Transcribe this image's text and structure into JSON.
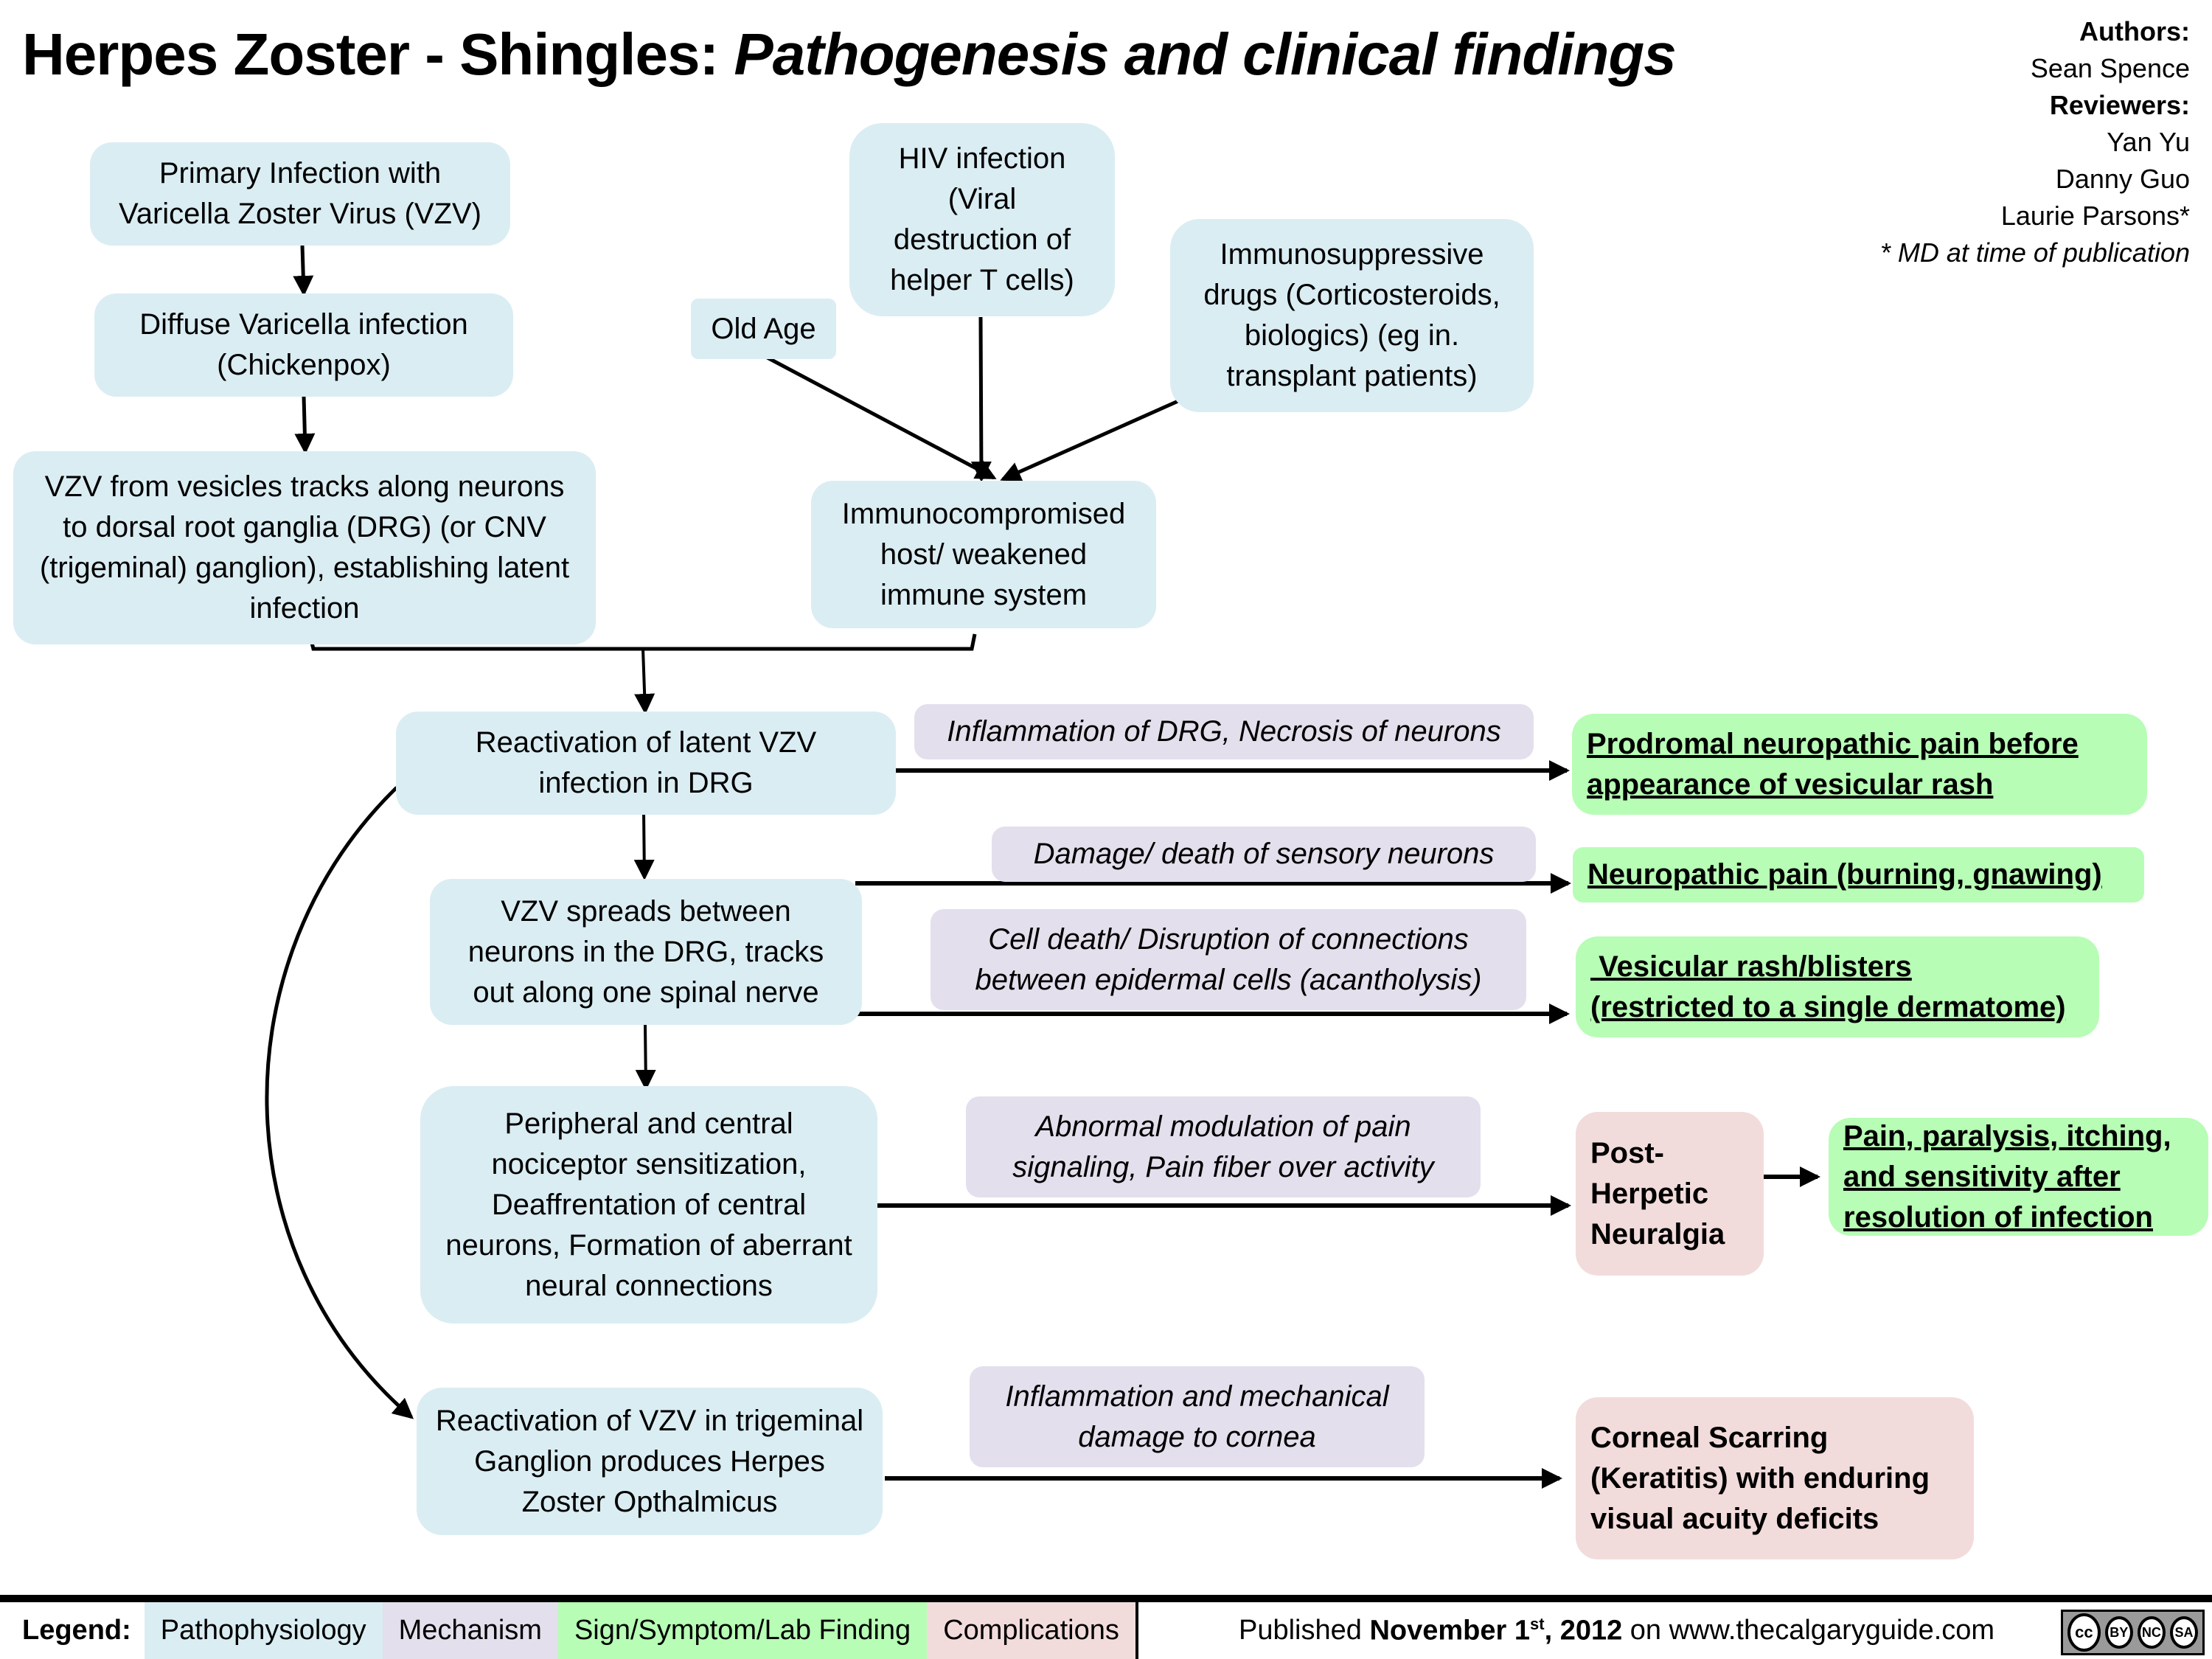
{
  "header": {
    "title_main": "Herpes Zoster - Shingles: ",
    "title_sub": "Pathogenesis and clinical findings"
  },
  "credits": {
    "authors_label": "Authors:",
    "authors": [
      "Sean Spence"
    ],
    "reviewers_label": "Reviewers:",
    "reviewers": [
      "Yan Yu",
      "Danny Guo",
      "Laurie Parsons*"
    ],
    "note": "* MD at time of publication"
  },
  "colors": {
    "pathophysiology": "#daedf3",
    "mechanism": "#e4dfec",
    "sign_symptom": "#b7fdb5",
    "complications": "#f2dcdb"
  },
  "nodes": {
    "primary_infection": "Primary Infection with Varicella Zoster Virus (VZV)",
    "chickenpox": "Diffuse Varicella infection (Chickenpox)",
    "latent": "VZV from vesicles tracks along neurons to dorsal root ganglia (DRG) (or CNV (trigeminal) ganglion), establishing latent infection",
    "old_age": "Old Age",
    "hiv": "HIV infection (Viral destruction of helper T cells)",
    "immunosuppressive": "Immunosuppressive drugs (Corticosteroids, biologics) (eg in. transplant patients)",
    "immunocompromised": "Immunocompromised host/ weakened immune system",
    "reactivation_drg": "Reactivation of latent VZV infection in DRG",
    "spreads": "VZV spreads between neurons in the DRG, tracks out along one spinal nerve",
    "sensitization": "Peripheral and central nociceptor sensitization, Deaffrentation of central neurons, Formation of aberrant neural connections",
    "trigeminal": "Reactivation of VZV in trigeminal Ganglion produces Herpes Zoster Opthalmicus",
    "mech_inflammation_drg": "Inflammation of DRG, Necrosis of neurons",
    "mech_damage_sensory": "Damage/ death of sensory neurons",
    "mech_cell_death": "Cell death/ Disruption of connections between epidermal cells (acantholysis)",
    "mech_abnormal_pain": "Abnormal modulation of pain signaling, Pain fiber over activity",
    "mech_cornea": "Inflammation and mechanical damage to cornea",
    "sign_prodromal": "Prodromal neuropathic pain before appearance of vesicular rash",
    "sign_neuropathic": "Neuropathic pain (burning, gnawing)",
    "sign_vesicular_1": " Vesicular rash/blisters",
    "sign_vesicular_2": "(restricted to a single dermatome)",
    "comp_phn": "Post- Herpetic Neuralgia",
    "sign_phn": "Pain, paralysis, itching, and sensitivity after resolution of infection",
    "comp_corneal": "Corneal Scarring (Keratitis) with enduring visual acuity deficits"
  },
  "legend": {
    "label": "Legend:",
    "items": [
      "Pathophysiology",
      "Mechanism",
      "Sign/Symptom/Lab Finding",
      "Complications"
    ]
  },
  "publication": {
    "prefix": "Published ",
    "date_month_day": "November 1",
    "date_suffix": "st",
    "date_year": ", 2012",
    "site": " on www.thecalgaryguide.com"
  },
  "license": {
    "cc": "cc",
    "by": "BY",
    "nc": "NC",
    "sa": "SA"
  }
}
